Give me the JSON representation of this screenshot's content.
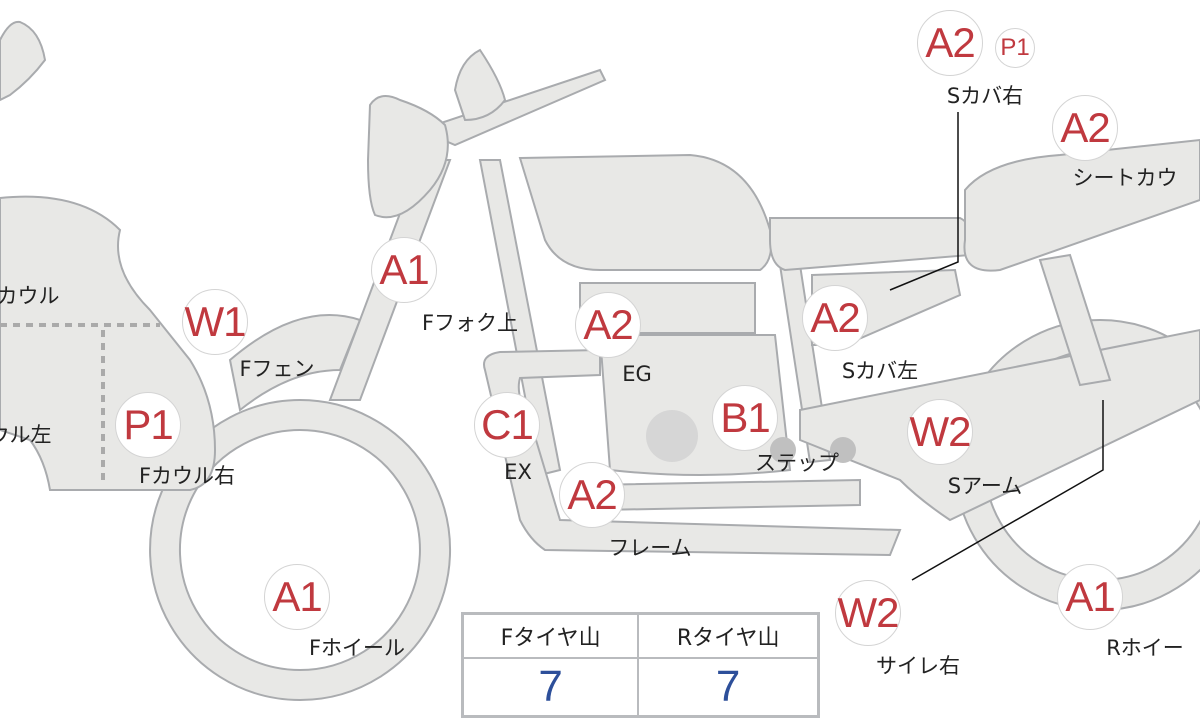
{
  "colors": {
    "part_fill": "#e8e8e6",
    "part_stroke": "#a9abae",
    "code": "#c0393f",
    "tire_value": "#2d4f9a"
  },
  "parts": [
    {
      "code": "",
      "label": "カウル"
    },
    {
      "code": "",
      "label": "ウル左"
    },
    {
      "code": "W1",
      "label": "Fフェン"
    },
    {
      "code": "A1",
      "label": "Fフォク上"
    },
    {
      "code": "A2",
      "label": "EG"
    },
    {
      "code": "A2",
      "label": "Sカバ左"
    },
    {
      "code": "A2",
      "code2": "P1",
      "label": "Sカバ右"
    },
    {
      "code": "A2",
      "label": "シートカウ"
    },
    {
      "code": "C1",
      "label": "EX"
    },
    {
      "code": "B1",
      "label": "ステップ"
    },
    {
      "code": "W2",
      "label": "Sアーム"
    },
    {
      "code": "P1",
      "label": "Fカウル右"
    },
    {
      "code": "A2",
      "label": "フレーム"
    },
    {
      "code": "A1",
      "label": "Fホイール"
    },
    {
      "code": "W2",
      "label": "サイレ右"
    },
    {
      "code": "A1",
      "label": "Rホイー"
    }
  ],
  "tire_table": {
    "headers": [
      "Fタイヤ山",
      "Rタイヤ山"
    ],
    "values": [
      "7",
      "7"
    ]
  }
}
